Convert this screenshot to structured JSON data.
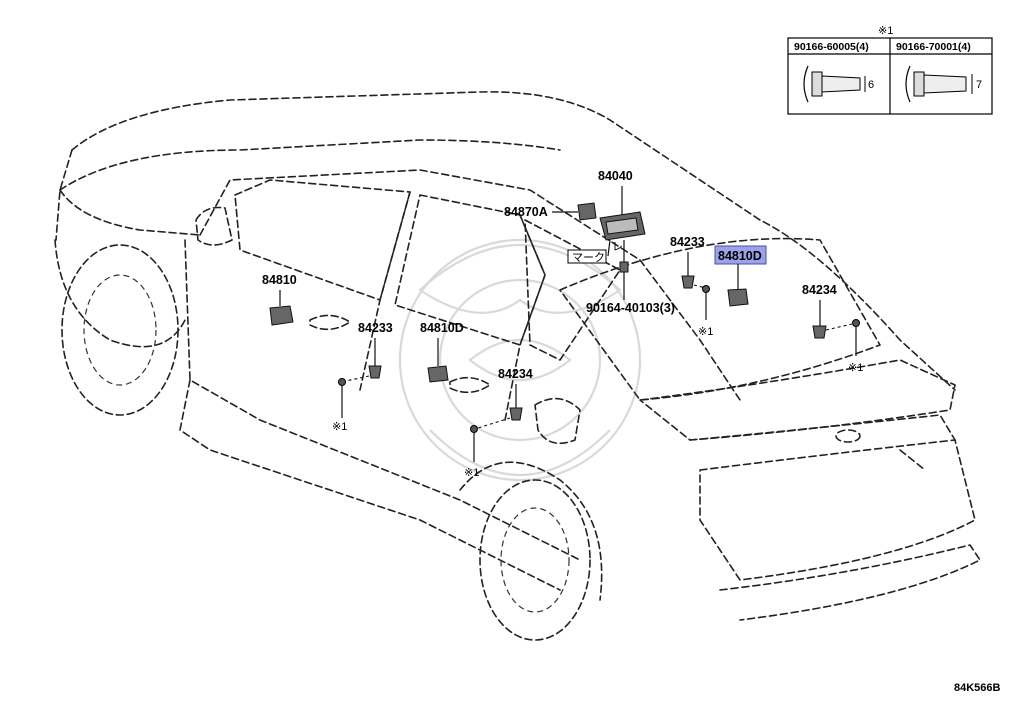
{
  "fastener_table": {
    "note_mark": "※1",
    "items": [
      {
        "part_no": "90166-60005(4)",
        "dimension": "6"
      },
      {
        "part_no": "90166-70001(4)",
        "dimension": "7"
      }
    ]
  },
  "callouts": {
    "c84040": "84040",
    "c84870A": "84870A",
    "c84233_top": "84233",
    "c84810D_highlight": "84810D",
    "c84234_right": "84234",
    "c84810": "84810",
    "c84233_door": "84233",
    "c84810D_door": "84810D",
    "c84234_door": "84234",
    "c90164": "90164-40103(3)",
    "mark_label": "マーク",
    "mark_label2": "レ"
  },
  "note_marks": {
    "m1": "※1",
    "m2": "※1",
    "m3": "※1",
    "m4": "※1"
  },
  "highlight_color": "#9aa3e8",
  "diagram_code": "84K566B"
}
